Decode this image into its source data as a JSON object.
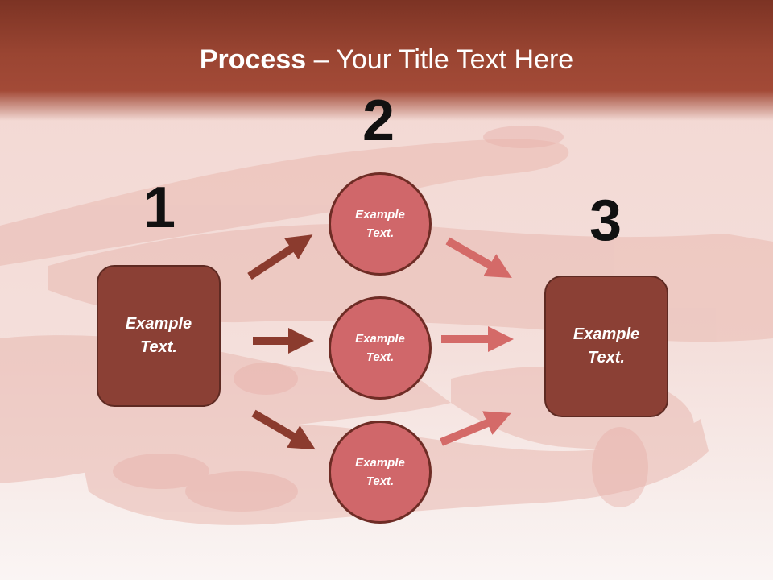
{
  "slide": {
    "title_bold": "Process",
    "title_rest": " – Your Title Text Here"
  },
  "steps": {
    "one": "1",
    "two": "2",
    "three": "3"
  },
  "nodes": {
    "left_box": "Example\nText.",
    "circle_top": "Example\nText.",
    "circle_middle": "Example\nText.",
    "circle_bottom": "Example\nText.",
    "right_box": "Example\nText."
  },
  "colors": {
    "title_bar": "#9a4532",
    "box_fill": "#8b4035",
    "circle_fill": "#d0676a",
    "arrow_dark": "#8b3b2e",
    "arrow_light": "#d46a68",
    "number_text": "#111111"
  },
  "background": {
    "image": "stacked-hands-photo"
  }
}
